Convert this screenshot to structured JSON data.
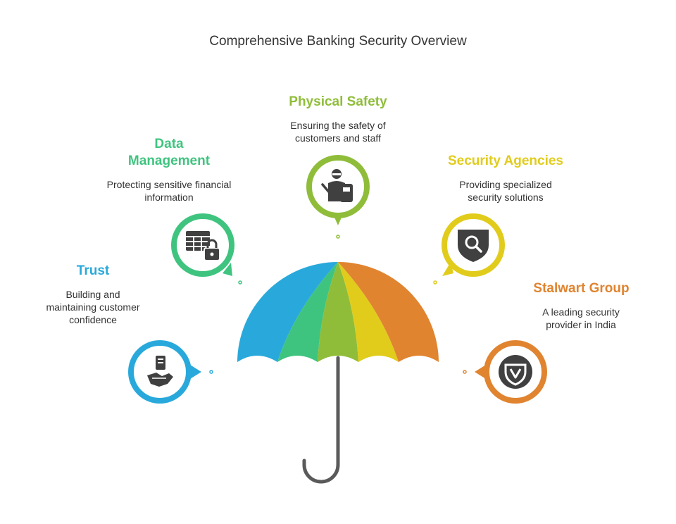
{
  "title": "Comprehensive Banking Security Overview",
  "colors": {
    "trust": "#29a9db",
    "data_management": "#3fc47f",
    "physical_safety": "#8fbd3a",
    "security_agencies": "#e1cc1c",
    "stalwart_group": "#e08430",
    "icon": "#404040",
    "handle": "#5a5a5a"
  },
  "items": [
    {
      "key": "trust",
      "heading": "Trust",
      "description": "Building and maintaining customer confidence",
      "icon": "handshake-icon"
    },
    {
      "key": "data_management",
      "heading": "Data Management",
      "description": "Protecting sensitive financial information",
      "icon": "locked-table-icon"
    },
    {
      "key": "physical_safety",
      "heading": "Physical Safety",
      "description": "Ensuring the safety of customers and staff",
      "icon": "security-guard-icon"
    },
    {
      "key": "security_agencies",
      "heading": "Security Agencies",
      "description": "Providing specialized security solutions",
      "icon": "shield-search-icon"
    },
    {
      "key": "stalwart_group",
      "heading": "Stalwart Group",
      "description": "A leading security provider in India",
      "icon": "shield-emblem-icon"
    }
  ]
}
